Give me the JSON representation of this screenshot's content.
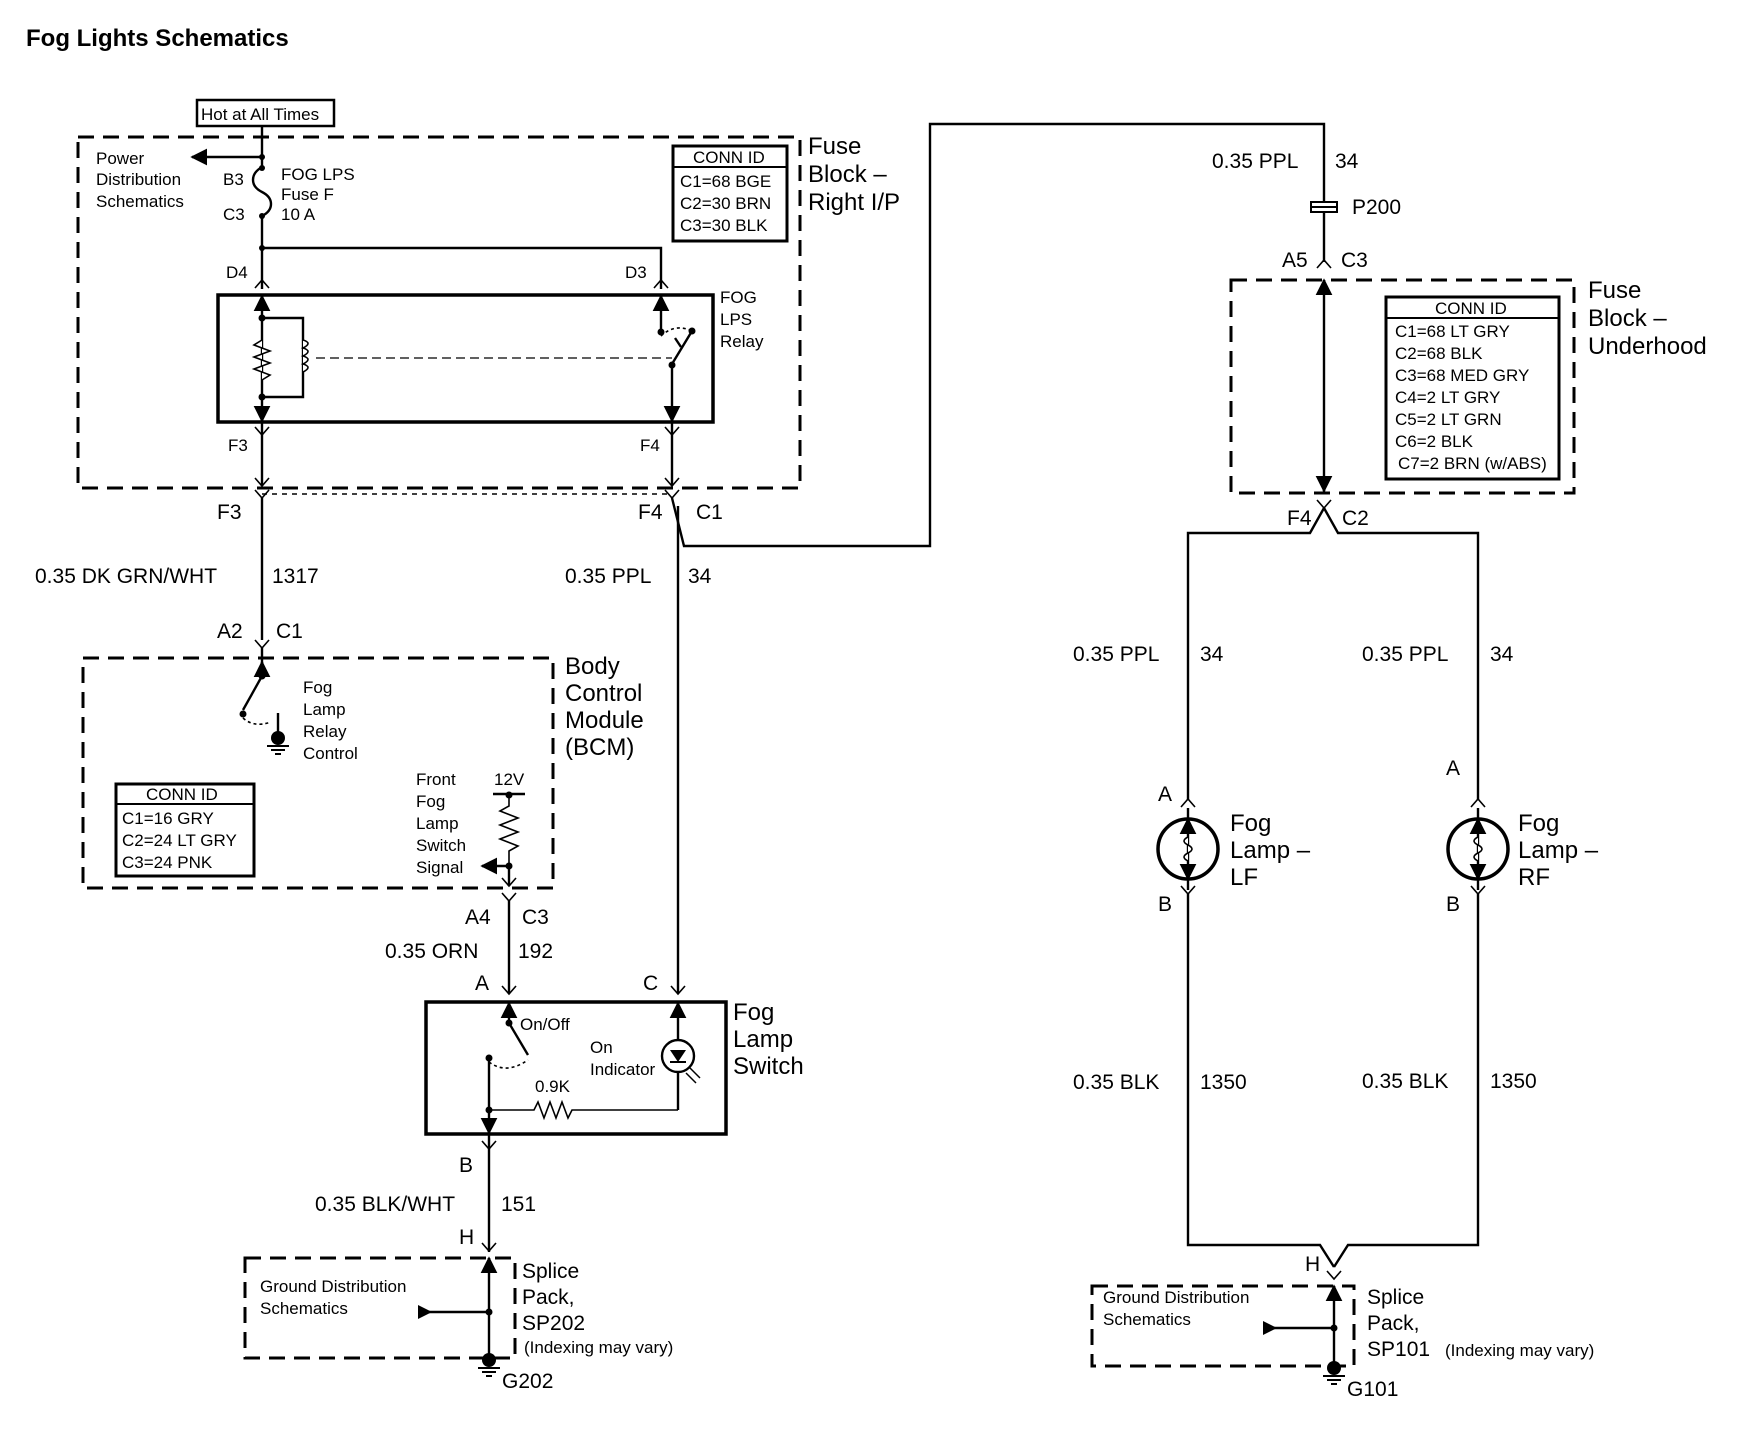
{
  "title": "Fog Lights Schematics",
  "hot": "Hot at All Times",
  "power_dist": [
    "Power",
    "Distribution",
    "Schematics"
  ],
  "fuse": {
    "pins": [
      "B3",
      "C3"
    ],
    "label": [
      "FOG LPS",
      "Fuse F",
      "10 A"
    ]
  },
  "fuse_block_rip": {
    "title": [
      "Fuse",
      "Block –",
      "Right I/P"
    ],
    "conn_header": "CONN ID",
    "conn": [
      "C1=68 BGE",
      "C2=30 BRN",
      "C3=30 BLK"
    ]
  },
  "relay": {
    "label": [
      "FOG",
      "LPS",
      "Relay"
    ],
    "pins": [
      "D4",
      "D3",
      "F3",
      "F4"
    ]
  },
  "bcm_connectors": {
    "left": [
      "F3",
      "A2",
      "C1"
    ],
    "right": [
      "F4",
      "C1"
    ]
  },
  "wires": {
    "w1317": [
      "0.35 DK GRN/WHT",
      "1317"
    ],
    "w34_left": [
      "0.35 PPL",
      "34"
    ],
    "w34_top": [
      "0.35 PPL",
      "34"
    ],
    "w192": [
      "0.35 ORN",
      "192"
    ],
    "w151": [
      "0.35 BLK/WHT",
      "151"
    ],
    "w34_lf": [
      "0.35 PPL",
      "34"
    ],
    "w34_rf": [
      "0.35 PPL",
      "34"
    ],
    "w1350_lf": [
      "0.35 BLK",
      "1350"
    ],
    "w1350_rf": [
      "0.35 BLK",
      "1350"
    ]
  },
  "bcm": {
    "title": [
      "Body",
      "Control",
      "Module",
      "(BCM)"
    ],
    "relay_ctrl": [
      "Fog",
      "Lamp",
      "Relay",
      "Control"
    ],
    "conn_header": "CONN ID",
    "conn": [
      "C1=16 GRY",
      "C2=24 LT GRY",
      "C3=24 PNK"
    ],
    "switch_signal": [
      "Front",
      "Fog",
      "Lamp",
      "Switch",
      "Signal"
    ],
    "v12": "12V",
    "pins": [
      "A4",
      "C3"
    ]
  },
  "fog_switch": {
    "title": [
      "Fog",
      "Lamp",
      "Switch"
    ],
    "pins": [
      "A",
      "C",
      "B"
    ],
    "onoff": "On/Off",
    "indicator": [
      "On",
      "Indicator"
    ],
    "resistor": "0.9K"
  },
  "splice202": {
    "pin": "H",
    "gds": [
      "Ground Distribution",
      "Schematics"
    ],
    "title": [
      "Splice",
      "Pack,",
      "SP202"
    ],
    "note": "(Indexing may vary)",
    "ground": "G202"
  },
  "p200": "P200",
  "underhood": {
    "pins_top": [
      "A5",
      "C3"
    ],
    "title": [
      "Fuse",
      "Block –",
      "Underhood"
    ],
    "conn_header": "CONN ID",
    "conn": [
      "C1=68 LT GRY",
      "C2=68 BLK",
      "C3=68 MED GRY",
      "C4=2 LT GRY",
      "C5=2 LT GRN",
      "C6=2 BLK",
      "C7=2 BRN (w/ABS)"
    ],
    "pins_bottom": [
      "F4",
      "C2"
    ]
  },
  "lamp_lf": {
    "title": [
      "Fog",
      "Lamp –",
      "LF"
    ],
    "pins": [
      "A",
      "B"
    ]
  },
  "lamp_rf": {
    "title": [
      "Fog",
      "Lamp –",
      "RF"
    ],
    "pins": [
      "A",
      "B"
    ]
  },
  "splice101": {
    "pin": "H",
    "gds": [
      "Ground Distribution",
      "Schematics"
    ],
    "title": [
      "Splice",
      "Pack,",
      "SP101"
    ],
    "note": "(Indexing may vary)",
    "ground": "G101"
  }
}
